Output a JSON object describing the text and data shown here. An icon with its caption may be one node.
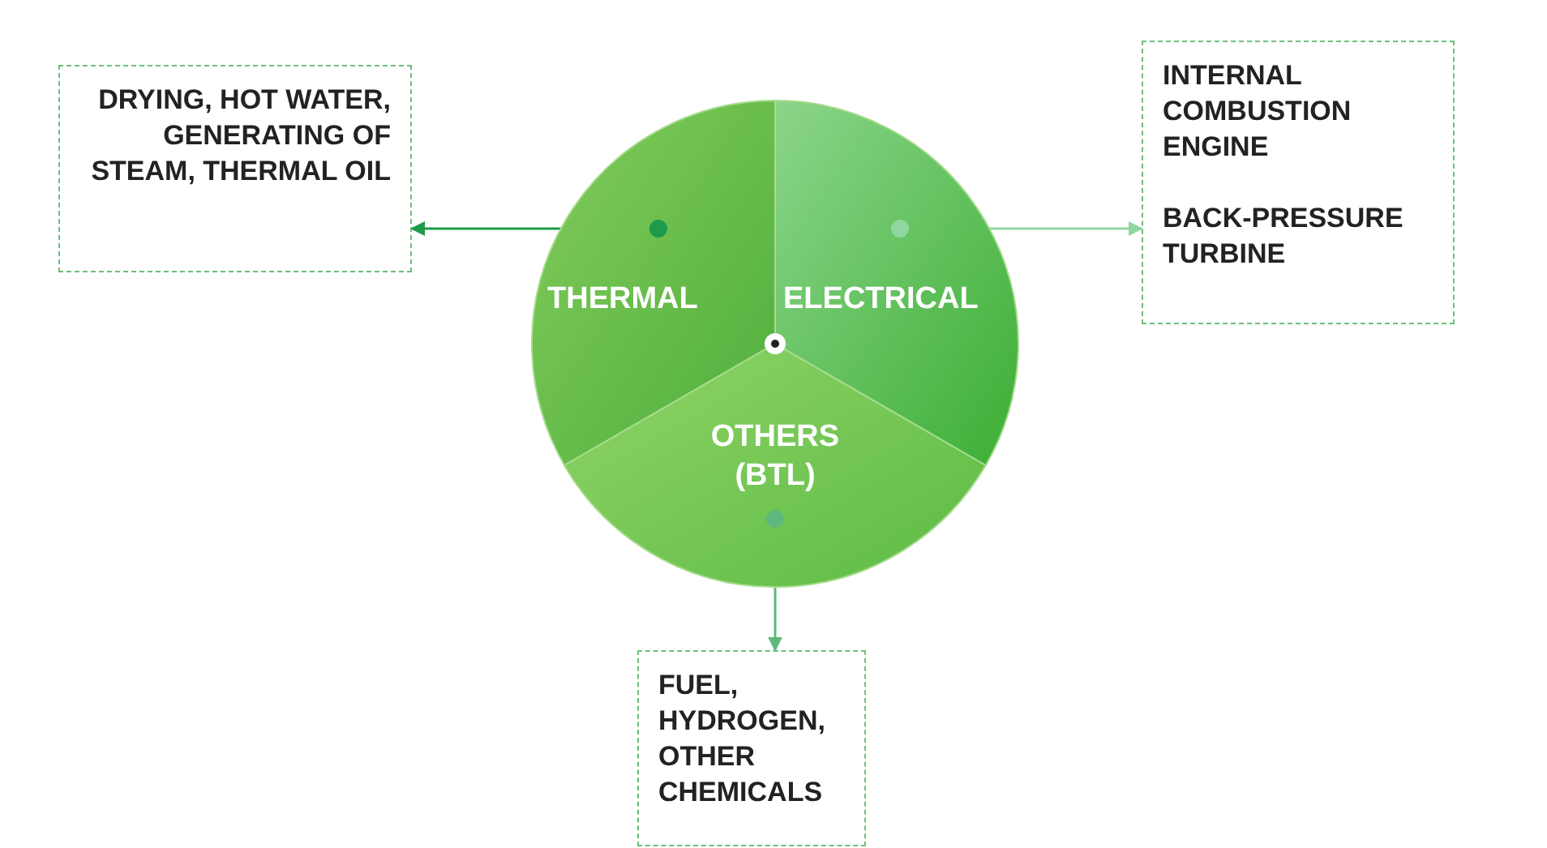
{
  "diagram": {
    "nodes": [
      {
        "text": [
          "THERMAL"
        ]
      },
      {
        "text": [
          "ELECTRICAL"
        ]
      },
      {
        "text": [
          "OTHERS (BTL)"
        ]
      },
      {
        "text": [
          "DRYING, HOT WATER, GENERATING OF STEAM, THERMAL OIL"
        ]
      },
      {
        "text": [
          "INTERNAL COMBUSTION ENGINE",
          "BACK-PRESSURE TURBINE"
        ]
      },
      {
        "text": [
          "FUEL, HYDROGEN, OTHER CHEMICALS"
        ]
      }
    ],
    "edges": [
      {
        "from": 0,
        "to": 3,
        "arrow": "to",
        "color": "#1f9a4a"
      },
      {
        "from": 1,
        "to": 4,
        "arrow": "to",
        "color": "#8fd6a0"
      },
      {
        "from": 2,
        "to": 5,
        "arrow": "to",
        "color": "#5fb97c"
      }
    ]
  }
}
